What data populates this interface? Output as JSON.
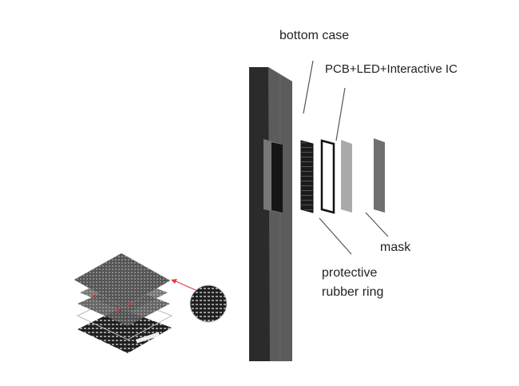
{
  "labels": {
    "bottom_case": "bottom case",
    "pcb": "PCB+LED+Interactive IC",
    "mask": "mask",
    "ring_line1": "protective",
    "ring_line2": "rubber ring"
  },
  "colors": {
    "column_front": "#2e2e2e",
    "column_side": "#5a5a5a",
    "leader": "#555555",
    "arrow": "#e23b3b"
  }
}
